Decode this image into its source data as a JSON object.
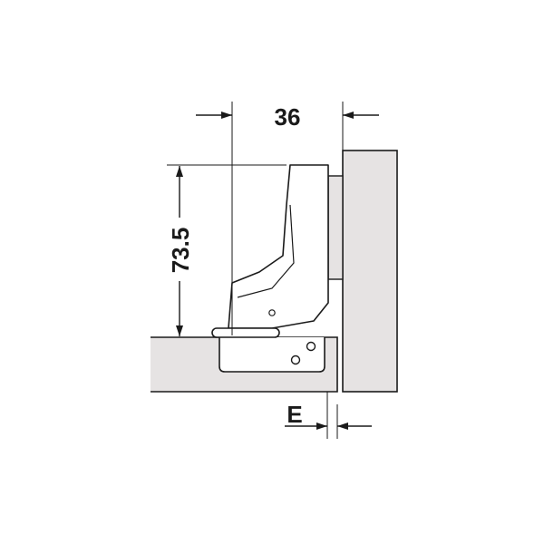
{
  "dimensions": {
    "width": "36",
    "height": "73.5",
    "overlay": "E"
  },
  "colors": {
    "panel_fill": "#e6e3e3",
    "line": "#1a1a1a",
    "hinge_fill": "#ffffff"
  }
}
